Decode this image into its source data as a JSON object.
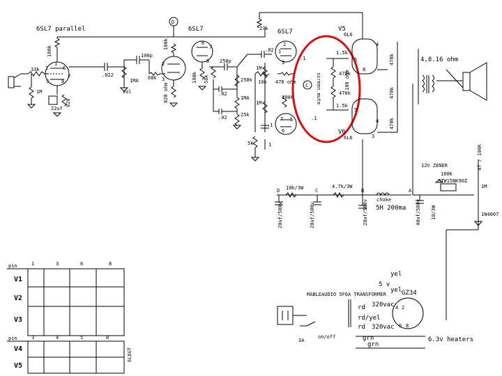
{
  "labels": {
    "sec1_title": "6SL7 parallel",
    "sec2_title": "6SL7",
    "test_point_d": "D",
    "sec3_title": "6SL7",
    "v5_title": "V5",
    "v5_type": "6L6",
    "v6_title": "V6",
    "v6_type": "6L6",
    "speaker": "4,8.16 ohm",
    "screen_mute": "screen mute",
    "zener": "12V ZENER",
    "mosfet": "STW15NK90Z",
    "diode": "1N4007",
    "choke": "choke",
    "choke_value": "5H 200ma",
    "transformer": "MABLEAUDIO 5F6A TRANSFORMER",
    "rectifier": "GZ34",
    "fuse": "3A",
    "switch": "on/off",
    "heaters": "6.3v heaters",
    "node_a": "A",
    "node_b": "B",
    "node_c": "C",
    "node_d": "D",
    "vol": "vol",
    "tt_tube": "6L6GT"
  },
  "components": {
    "r33k": "33k",
    "r1m_a": "1M",
    "r100k_a": "100k",
    "r820_a": "820",
    "c22u": "22uf",
    "c022": ".022",
    "c100p": "100p",
    "r1ma": "1MA",
    "r68k": "68k",
    "r100k_b": "100k",
    "r820_b": "820 ohm",
    "r100k_c": "100k",
    "r56k": "56k",
    "c250p": "250p",
    "c02a": ".02",
    "r250k": "250k",
    "r1ma_b": "1MA",
    "c02b": ".02",
    "r25k": "25k",
    "r27k": "27k",
    "c02c": ".02",
    "r10k": "10k",
    "r470ohm": "470 ohm",
    "r1m_b": "1M",
    "r100k_d": "100k",
    "r1m_c": "1M",
    "c1a": ".1",
    "c1b": ".1",
    "r5k": "5k",
    "r1": "1",
    "r1_5k_a": "1.5k",
    "r1_5k_b": "1.5k",
    "r470k_a": "470k",
    "r470k_b": "470k",
    "r470k_c": "470k",
    "r470k_d": "470k",
    "r470k_e": "470k",
    "r100ohm": "100 ohm",
    "r100k_e": "100K",
    "r47k": "47 / 100K",
    "r1m_d": "1M",
    "r10k3w": "10k/3W",
    "r47k3w": "4.7k/3W",
    "c20a": "20uf/500v",
    "c20b": "20uf/500v",
    "c20c": "20uf/500v",
    "c40": "40uf/500v",
    "r10_3w": "10/3W",
    "v320a": "320vac",
    "v320b": "320vac",
    "rd_a": "rd",
    "rdyel": "rd/yel",
    "rd_b": "rd",
    "yel_a": "yel",
    "v5": "5 v",
    "yel_b": "yel",
    "grn_a": "grn",
    "grn_b": "grn"
  },
  "pins": {
    "p1": "1",
    "p2": "2",
    "p3": "3",
    "p4": "4",
    "p5": "5",
    "p6": "6",
    "p7": "7",
    "p8": "8"
  },
  "table1": {
    "header": "pin",
    "cols": [
      "1",
      "3",
      "6",
      "8"
    ],
    "rows": [
      "V1",
      "V2",
      "V3"
    ]
  },
  "table2": {
    "header": "pin",
    "cols": [
      "3",
      "4",
      "5",
      "8"
    ],
    "rows": [
      "V4",
      "V5"
    ],
    "side": "6L6GT"
  },
  "accent": "#d01010"
}
